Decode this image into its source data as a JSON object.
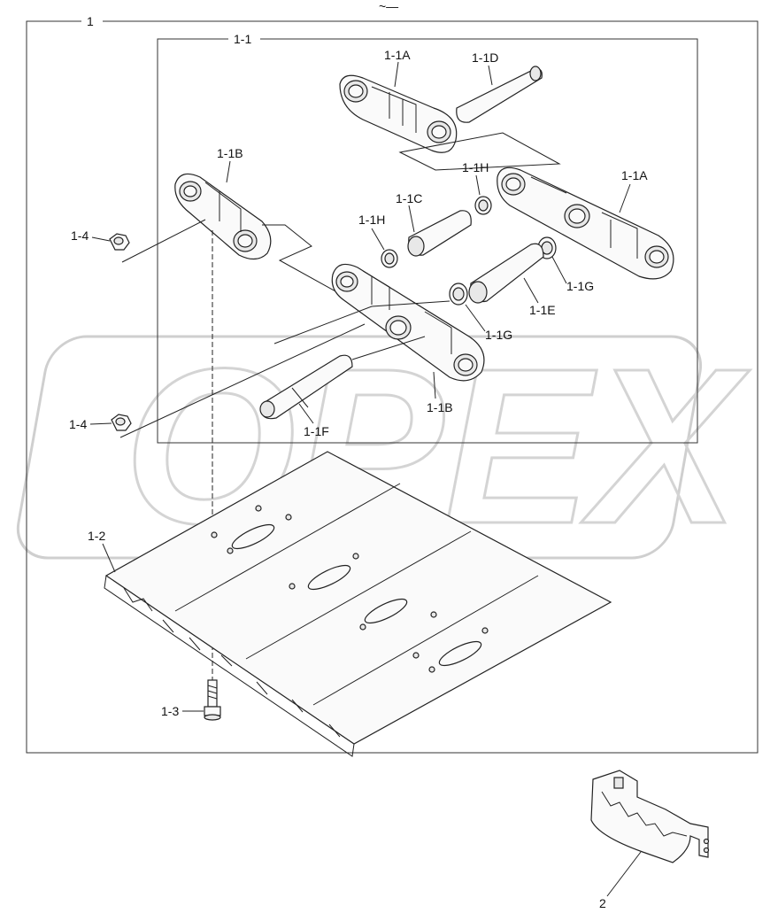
{
  "header_mark": "~—",
  "labels": {
    "assembly": "1",
    "link_assy": "1-1",
    "link_a_top": "1-1A",
    "pin_d": "1-1D",
    "link_b_left": "1-1B",
    "bushing_c": "1-1C",
    "seal_h_right": "1-1H",
    "seal_h_left": "1-1H",
    "link_a_right": "1-1A",
    "nut_upper": "1-4",
    "nut_lower": "1-4",
    "seal_g_right": "1-1G",
    "bushing_e": "1-1E",
    "seal_g_center": "1-1G",
    "link_b_bottom": "1-1B",
    "pin_f": "1-1F",
    "shoe": "1-2",
    "bolt": "1-3",
    "guard": "2"
  },
  "watermark": "OPEX"
}
